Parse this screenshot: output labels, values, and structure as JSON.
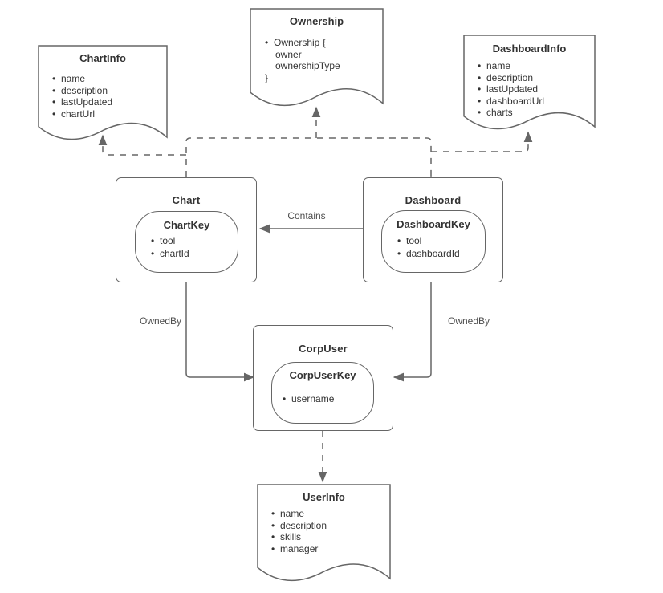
{
  "colors": {
    "stroke": "#666666",
    "text": "#333333",
    "background": "#ffffff"
  },
  "documents": {
    "chartinfo": {
      "title": "ChartInfo",
      "items": [
        "name",
        "description",
        "lastUpdated",
        "chartUrl"
      ]
    },
    "ownership": {
      "title": "Ownership",
      "line1": "Ownership {",
      "line2": "owner",
      "line3": "ownershipType",
      "line4": "}"
    },
    "dashboardinfo": {
      "title": "DashboardInfo",
      "items": [
        "name",
        "description",
        "lastUpdated",
        "dashboardUrl",
        "charts"
      ]
    },
    "userinfo": {
      "title": "UserInfo",
      "items": [
        "name",
        "description",
        "skills",
        "manager"
      ]
    }
  },
  "entities": {
    "chart": {
      "title": "Chart",
      "key_title": "ChartKey",
      "key_items": [
        "tool",
        "chartId"
      ]
    },
    "dashboard": {
      "title": "Dashboard",
      "key_title": "DashboardKey",
      "key_items": [
        "tool",
        "dashboardId"
      ]
    },
    "corpuser": {
      "title": "CorpUser",
      "key_title": "CorpUserKey",
      "key_items": [
        "username"
      ]
    }
  },
  "edges": {
    "contains_label": "Contains",
    "ownedby_left_label": "OwnedBy",
    "ownedby_right_label": "OwnedBy"
  }
}
